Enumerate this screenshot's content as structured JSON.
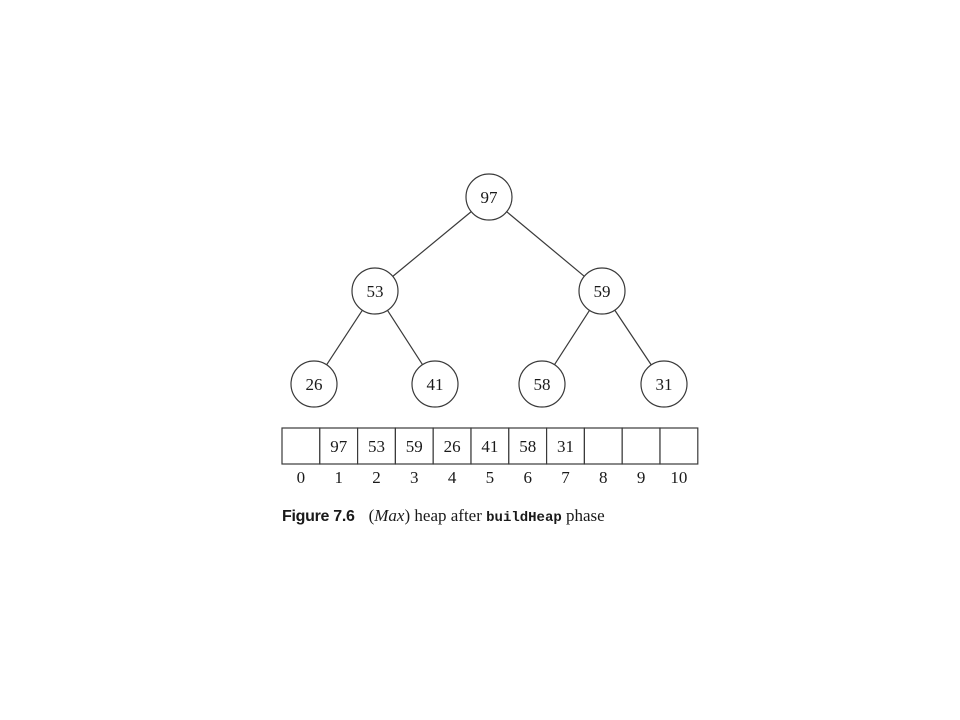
{
  "tree": {
    "nodes": [
      {
        "id": "n1",
        "value": "97"
      },
      {
        "id": "n2",
        "value": "53"
      },
      {
        "id": "n3",
        "value": "59"
      },
      {
        "id": "n4",
        "value": "26"
      },
      {
        "id": "n5",
        "value": "41"
      },
      {
        "id": "n6",
        "value": "58"
      },
      {
        "id": "n7",
        "value": "31"
      }
    ],
    "edges": [
      [
        "n1",
        "n2"
      ],
      [
        "n1",
        "n3"
      ],
      [
        "n2",
        "n4"
      ],
      [
        "n2",
        "n5"
      ],
      [
        "n3",
        "n6"
      ],
      [
        "n3",
        "n7"
      ]
    ]
  },
  "array": {
    "cells": [
      "",
      "97",
      "53",
      "59",
      "26",
      "41",
      "58",
      "31",
      "",
      "",
      ""
    ],
    "indices": [
      "0",
      "1",
      "2",
      "3",
      "4",
      "5",
      "6",
      "7",
      "8",
      "9",
      "10"
    ]
  },
  "caption": {
    "label": "Figure 7.6",
    "paren_open": "(",
    "emphasis": "Max",
    "paren_close": ")",
    "text_before_code": " heap after ",
    "code": "buildHeap",
    "text_after_code": " phase"
  }
}
